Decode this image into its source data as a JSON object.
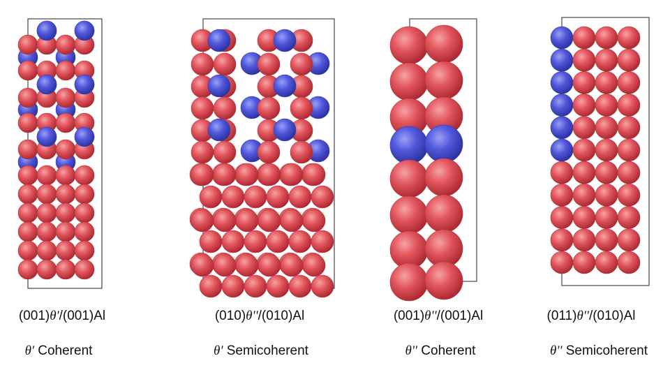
{
  "colors": {
    "al_atom": "#e0525a",
    "precipitate_atom": "#5058d8",
    "cell_outline": "#444444",
    "background": "#ffffff"
  },
  "panels": [
    {
      "interface_label": "(001)θ'/(001)Al",
      "interface_prefix": "(001)",
      "interface_symbol": "θ'",
      "interface_suffix": "/(001)Al",
      "type_symbol": "θ'",
      "type_word": "Coherent",
      "type_label": "θ' Coherent"
    },
    {
      "interface_label": "(010)θ''/(010)Al",
      "interface_prefix": "(010)",
      "interface_symbol": "θ''",
      "interface_suffix": "/(010)Al",
      "type_symbol": "θ'",
      "type_word": "Semicoherent",
      "type_label": "θ' Semicoherent"
    },
    {
      "interface_label": "(001)θ''/(001)Al",
      "interface_prefix": "(001)",
      "interface_symbol": "θ''",
      "interface_suffix": "/(001)Al",
      "type_symbol": "θ''",
      "type_word": "Coherent",
      "type_label": "θ'' Coherent"
    },
    {
      "interface_label": "(011)θ''/(010)Al",
      "interface_prefix": "(011)",
      "interface_symbol": "θ''",
      "interface_suffix": "/(010)Al",
      "type_symbol": "θ''",
      "type_word": "Semicoherent",
      "type_label": "θ'' Semicoherent"
    }
  ]
}
